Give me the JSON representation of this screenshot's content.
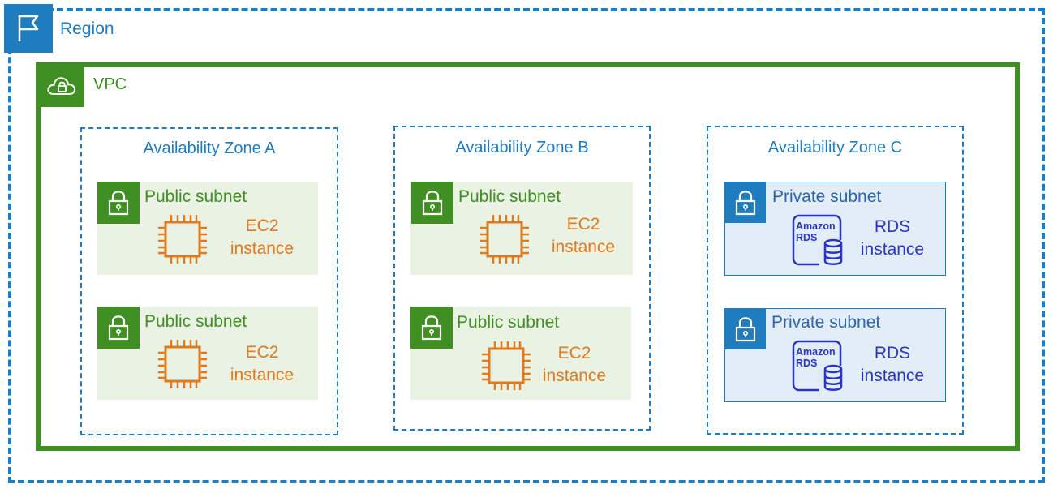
{
  "region": {
    "label": "Region",
    "icon": "flag-icon"
  },
  "vpc": {
    "label": "VPC",
    "icon": "cloud-lock-icon"
  },
  "zones": [
    {
      "label": "Availability Zone A",
      "subnets": [
        {
          "label": "Public subnet",
          "resource_line1": "EC2",
          "resource_line2": "instance"
        },
        {
          "label": "Public subnet",
          "resource_line1": "EC2",
          "resource_line2": "instance"
        }
      ]
    },
    {
      "label": "Availability Zone B",
      "subnets": [
        {
          "label": "Public subnet",
          "resource_line1": "EC2",
          "resource_line2": "instance"
        },
        {
          "label": "Public subnet",
          "resource_line1": "EC2",
          "resource_line2": "instance"
        }
      ]
    },
    {
      "label": "Availability Zone C",
      "subnets": [
        {
          "label": "Private subnet",
          "resource_line1": "RDS",
          "resource_line2": "instance"
        },
        {
          "label": "Private subnet",
          "resource_line1": "RDS",
          "resource_line2": "instance"
        }
      ]
    }
  ],
  "rds_logo": {
    "line1": "Amazon",
    "line2": "RDS"
  },
  "colors": {
    "region": "#1f7cbf",
    "vpc": "#3f8f22",
    "public_subnet_bg": "#e9f2e3",
    "private_subnet_bg": "#e3edf7",
    "ec2": "#e07a1f",
    "rds": "#2a35c4"
  }
}
